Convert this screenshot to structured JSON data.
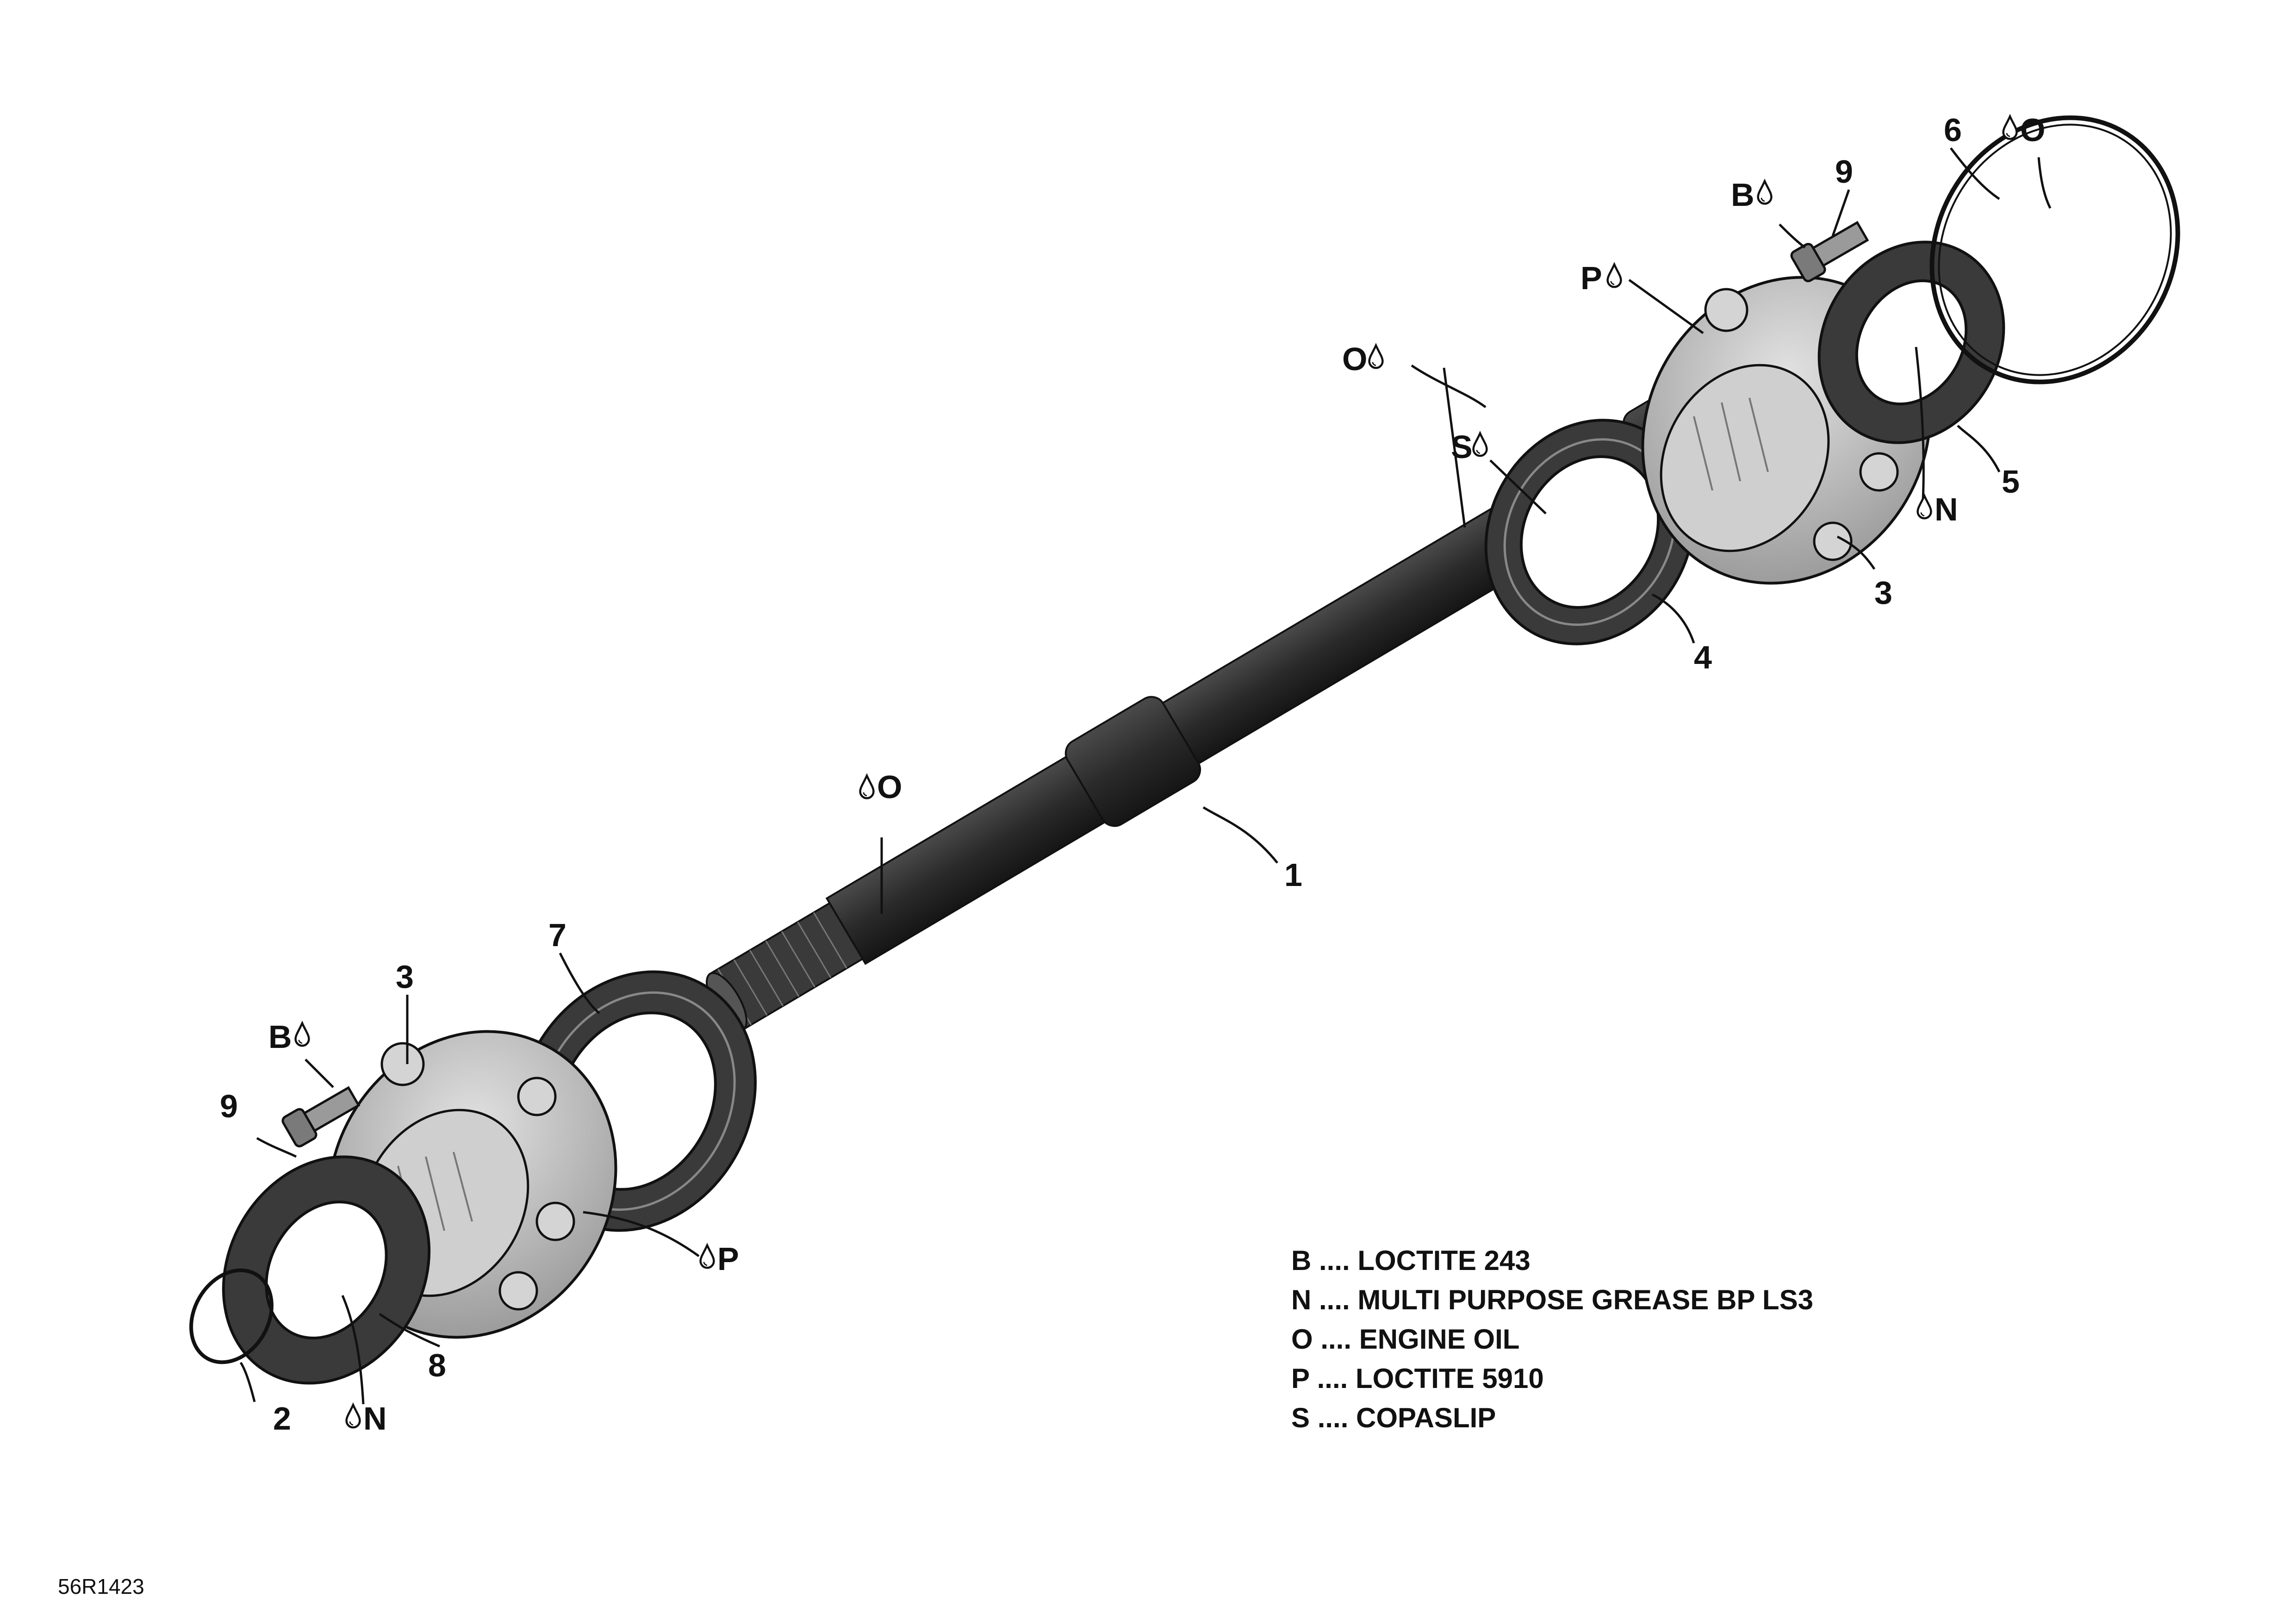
{
  "callouts": {
    "shaft": "1",
    "circlip": "2",
    "housing_left": "3",
    "housing_right": "3",
    "seal_right_inner": "4",
    "seal_right_outer": "5",
    "oring": "6",
    "bearing_left": "7",
    "seal_left": "8",
    "screw_left": "9",
    "screw_right": "9"
  },
  "lubricants": {
    "B": "B",
    "N": "N",
    "O": "O",
    "P": "P",
    "S": "S"
  },
  "legend": [
    {
      "code": "B",
      "text": "B .... LOCTITE 243"
    },
    {
      "code": "N",
      "text": "N .... MULTI PURPOSE GREASE BP LS3"
    },
    {
      "code": "O",
      "text": "O .... ENGINE OIL"
    },
    {
      "code": "P",
      "text": "P .... LOCTITE 5910"
    },
    {
      "code": "S",
      "text": "S .... COPASLIP"
    }
  ],
  "drawing_code": "56R1423",
  "colors": {
    "shaft": "#2e2e2e",
    "housing": "#bdbdbd",
    "seal": "#3a3a3a",
    "line": "#111111"
  }
}
